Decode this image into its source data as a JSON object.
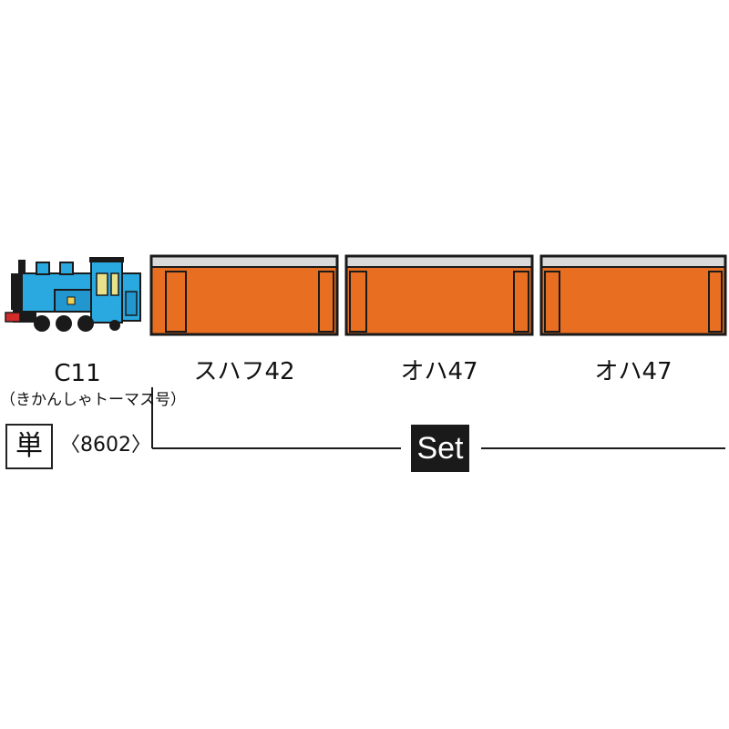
{
  "locomotive": {
    "name": "C11",
    "subtitle": "（きかんしゃトーマス号）",
    "tan_label": "単",
    "product_number": "〈8602〉"
  },
  "cars": [
    {
      "name": "スハフ42"
    },
    {
      "name": "オハ47"
    },
    {
      "name": "オハ47"
    }
  ],
  "set_label": "Set",
  "colors": {
    "car_body": "#e86f22",
    "car_roof": "#dadada",
    "loco_body": "#29a9e0",
    "loco_dark": "#1a1a1a",
    "loco_red": "#d12b2b"
  }
}
